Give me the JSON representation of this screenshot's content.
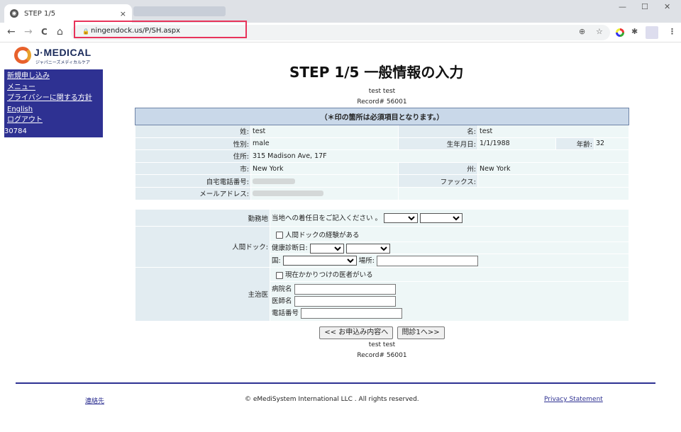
{
  "browser": {
    "tab_title": "STEP 1/5",
    "tab_close": "×",
    "url": "ningendock.us/P/SH.aspx",
    "nav": {
      "back": "←",
      "forward": "→",
      "reload": "C",
      "home": "⌂"
    },
    "window": {
      "minimize": "—",
      "maximize": "☐",
      "close": "✕"
    },
    "toolbar_icons": {
      "zoom": "⊕",
      "star": "☆",
      "extensions": "✱",
      "menu": "⋮"
    }
  },
  "logo": {
    "name": "J·MEDICAL",
    "sub": "ジャパニーズメディカルケア"
  },
  "sidebar": {
    "items": [
      {
        "label": "新規申し込み"
      },
      {
        "label": "メニュー"
      },
      {
        "label": "プライバシーに関する方針"
      },
      {
        "label": "English"
      },
      {
        "label": "ログアウト"
      }
    ],
    "id_number": "30784"
  },
  "page": {
    "heading": "STEP 1/5 一般情報の入力",
    "user_name": "test test",
    "record": "Record# 56001",
    "notice": "（＊印の箇所は必須項目となります。）"
  },
  "info": {
    "last_name_label": "姓:",
    "last_name": "test",
    "first_name_label": "名:",
    "first_name": "test",
    "gender_label": "性別:",
    "gender": "male",
    "dob_label": "生年月日:",
    "dob": "1/1/1988",
    "age_label": "年齢:",
    "age": "32",
    "address_label": "住所:",
    "address": "315 Madison Ave, 17F",
    "city_label": "市:",
    "city": "New York",
    "state_label": "州:",
    "state": "New York",
    "home_phone_label": "自宅電話番号:",
    "fax_label": "ファックス:",
    "email_label": "メールアドレス:"
  },
  "form": {
    "workplace_label": "勤務地",
    "workplace_text": "当地への着任日をご記入ください 。",
    "dock_label": "人間ドック:",
    "dock_experience": "人間ドックの経験がある",
    "checkup_date_label": "健康診断日:",
    "country_label": "国:",
    "place_label": "場所:",
    "doctor_label": "主治医",
    "has_doctor": "現在かかりつけの医者がいる",
    "hospital_label": "病院名",
    "doctor_name_label": "医師名",
    "phone_label": "電話番号"
  },
  "buttons": {
    "back": "<< お申込み内容へ",
    "next": "問診1へ>>"
  },
  "footer": {
    "contact": "連絡先",
    "copyright": "© eMediSystem International LLC . All rights reserved.",
    "privacy": "Privacy Statement"
  }
}
